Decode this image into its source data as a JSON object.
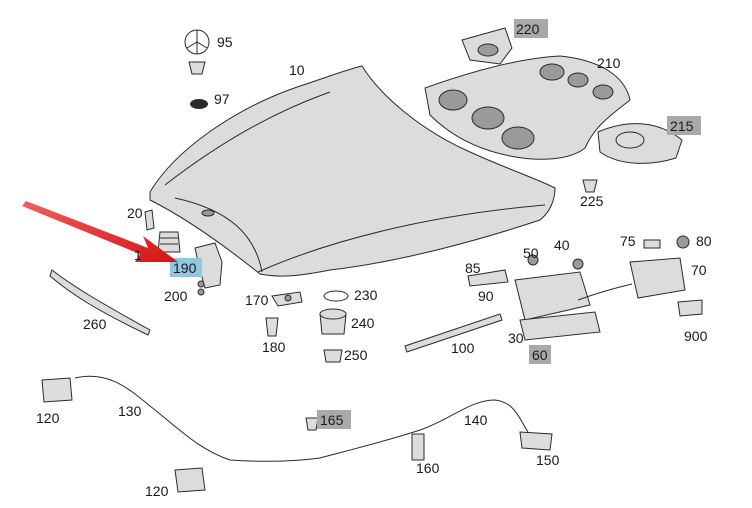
{
  "parts": {
    "p10": "10",
    "p20": "20",
    "p30": "30",
    "p40": "40",
    "p50": "50",
    "p60": "60",
    "p70": "70",
    "p75": "75",
    "p80": "80",
    "p85": "85",
    "p90": "90",
    "p95": "95",
    "p97": "97",
    "p100": "100",
    "p120a": "120",
    "p120b": "120",
    "p130": "130",
    "p140": "140",
    "p150": "150",
    "p160": "160",
    "p165": "165",
    "p170": "170",
    "p180": "180",
    "p190": "190",
    "p195": "1",
    "p200": "200",
    "p210": "210",
    "p215": "215",
    "p220": "220",
    "p225": "225",
    "p230": "230",
    "p240": "240",
    "p250": "250",
    "p260": "260",
    "p900": "900"
  },
  "colors": {
    "highlight_grey": "#a9a9a9",
    "highlight_blue": "#8fc7de",
    "arrow_red": "#e02020"
  }
}
